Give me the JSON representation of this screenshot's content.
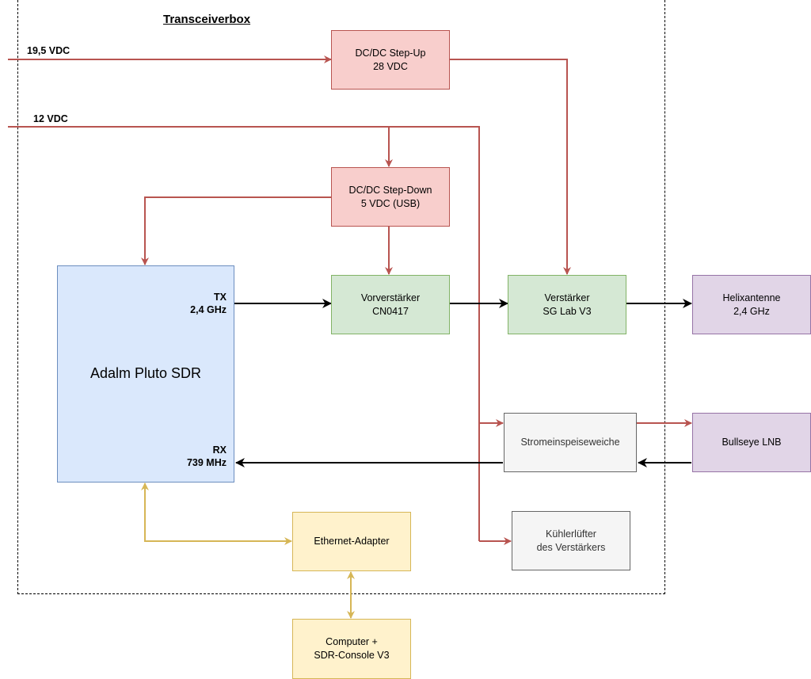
{
  "diagram": {
    "group_title": "Transceiverbox",
    "inputs": {
      "v19": "19,5 VDC",
      "v12": "12 VDC"
    },
    "pluto": {
      "name": "Adalm Pluto SDR",
      "tx": "TX\n2,4 GHz",
      "rx": "RX\n739 MHz"
    },
    "nodes": {
      "stepup": "DC/DC Step-Up\n28 VDC",
      "stepdown": "DC/DC Step-Down\n5 VDC (USB)",
      "vorverstaerker": "Vorverstärker\nCN0417",
      "verstaerker": "Verstärker\nSG Lab V3",
      "helix": "Helixantenne\n2,4 GHz",
      "bias_tee": "Stromeinspeiseweiche",
      "lnb": "Bullseye LNB",
      "fan": "Kühlerlüfter\ndes Verstärkers",
      "ethernet": "Ethernet-Adapter",
      "computer": "Computer +\nSDR-Console V3"
    },
    "colors": {
      "power": "#b85450",
      "signal": "#000000",
      "data": "#d6b656"
    }
  }
}
